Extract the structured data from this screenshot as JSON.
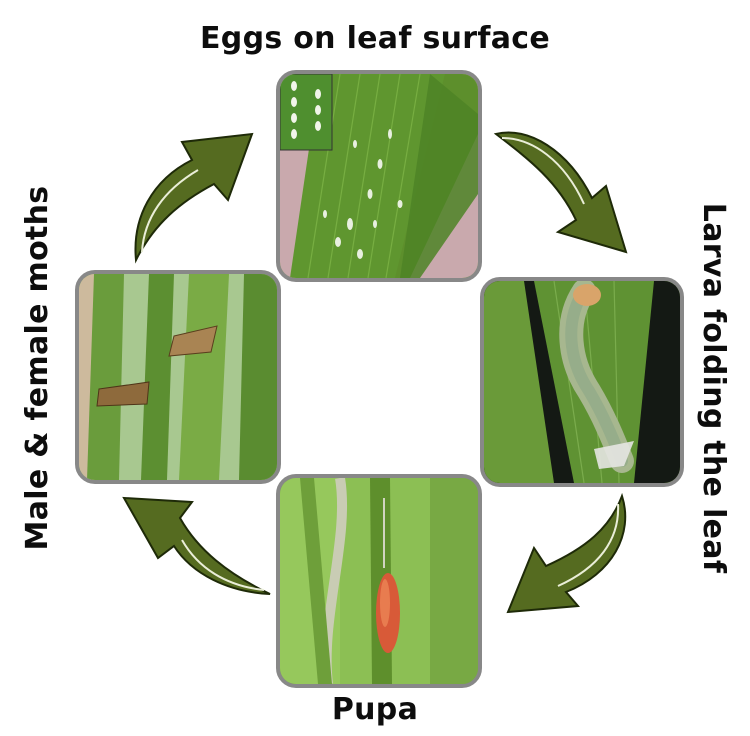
{
  "stages": {
    "eggs": {
      "label": "Eggs on leaf surface",
      "icon": "eggs-on-leaf-photo"
    },
    "larva": {
      "label": "Larva folding the leaf",
      "icon": "larva-photo"
    },
    "pupa": {
      "label": "Pupa",
      "icon": "pupa-photo"
    },
    "moths": {
      "label": "Male & female moths",
      "icon": "moths-photo"
    }
  },
  "colors": {
    "arrow_fill": "#556b20",
    "arrow_outline": "#1e2a08",
    "frame_border": "#888888",
    "label_text": "#0d0d0d"
  }
}
